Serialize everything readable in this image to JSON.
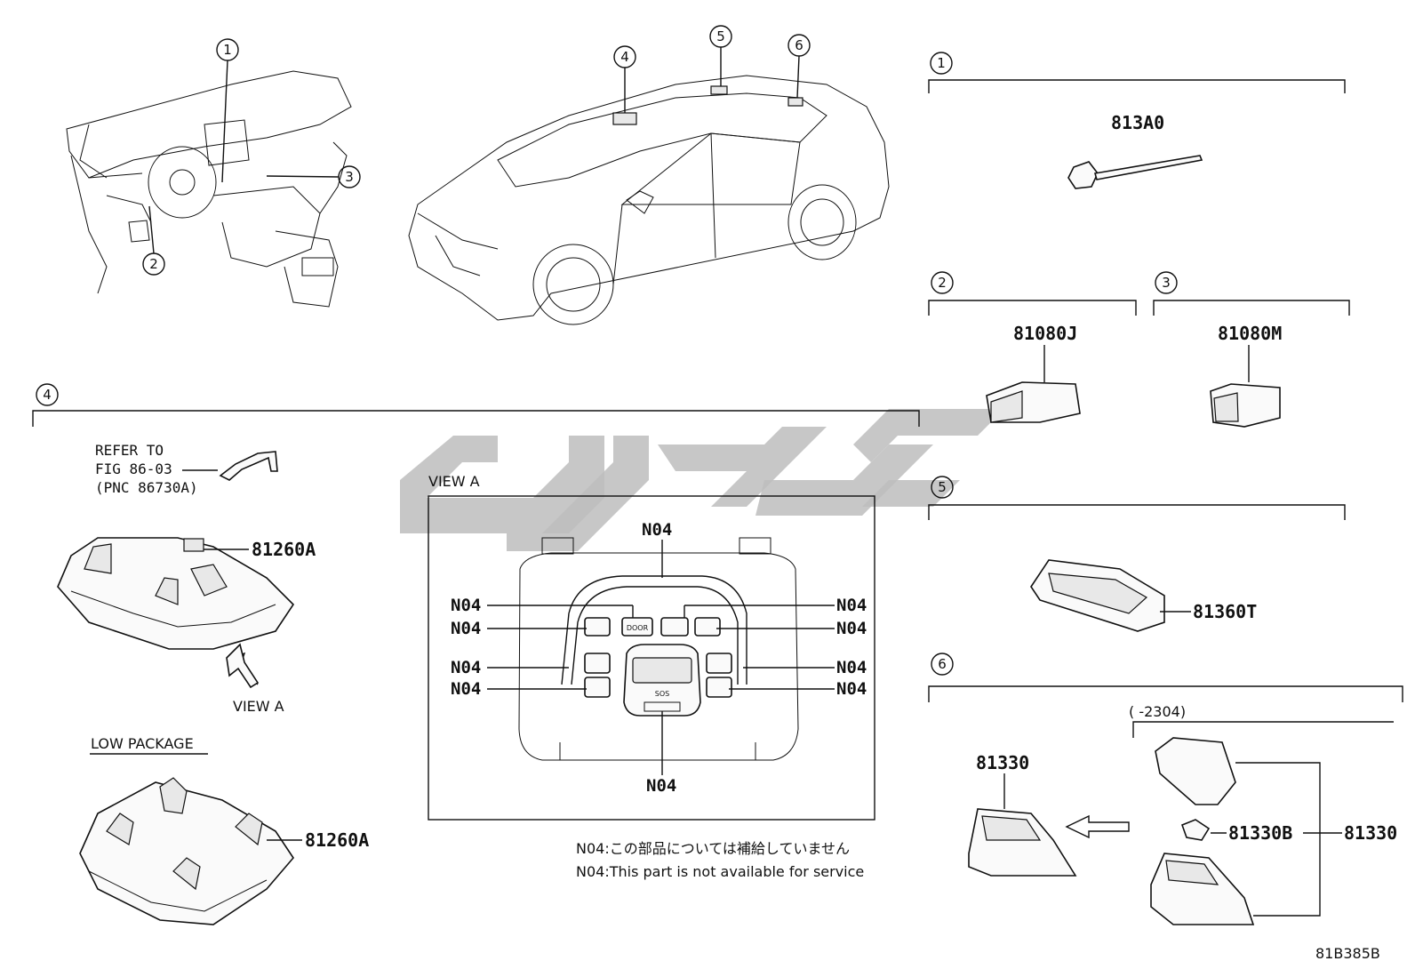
{
  "callouts": [
    "1",
    "2",
    "3",
    "4",
    "5",
    "6"
  ],
  "parts": {
    "p_813A0": "813A0",
    "p_81080J": "81080J",
    "p_81080M": "81080M",
    "p_81260A_top": "81260A",
    "p_81260A_low": "81260A",
    "p_81360T": "81360T",
    "p_81330_left": "81330",
    "p_81330B": "81330B",
    "p_81330_right": "81330"
  },
  "refer": {
    "line1": "REFER TO",
    "line2": "FIG 86-03",
    "line3": "(PNC 86730A)"
  },
  "view_a_arrow_label": "VIEW A",
  "view_a_box_title": "VIEW A",
  "low_package": "LOW PACKAGE",
  "n04_label": "N04",
  "date_range": "(    -2304)",
  "notes": {
    "jp": "N04:この部品については補給していません",
    "en": "N04:This part is not available for service"
  },
  "diagram_id": "81B385B",
  "button_labels": {
    "door": "DOOR",
    "sos": "SOS"
  }
}
